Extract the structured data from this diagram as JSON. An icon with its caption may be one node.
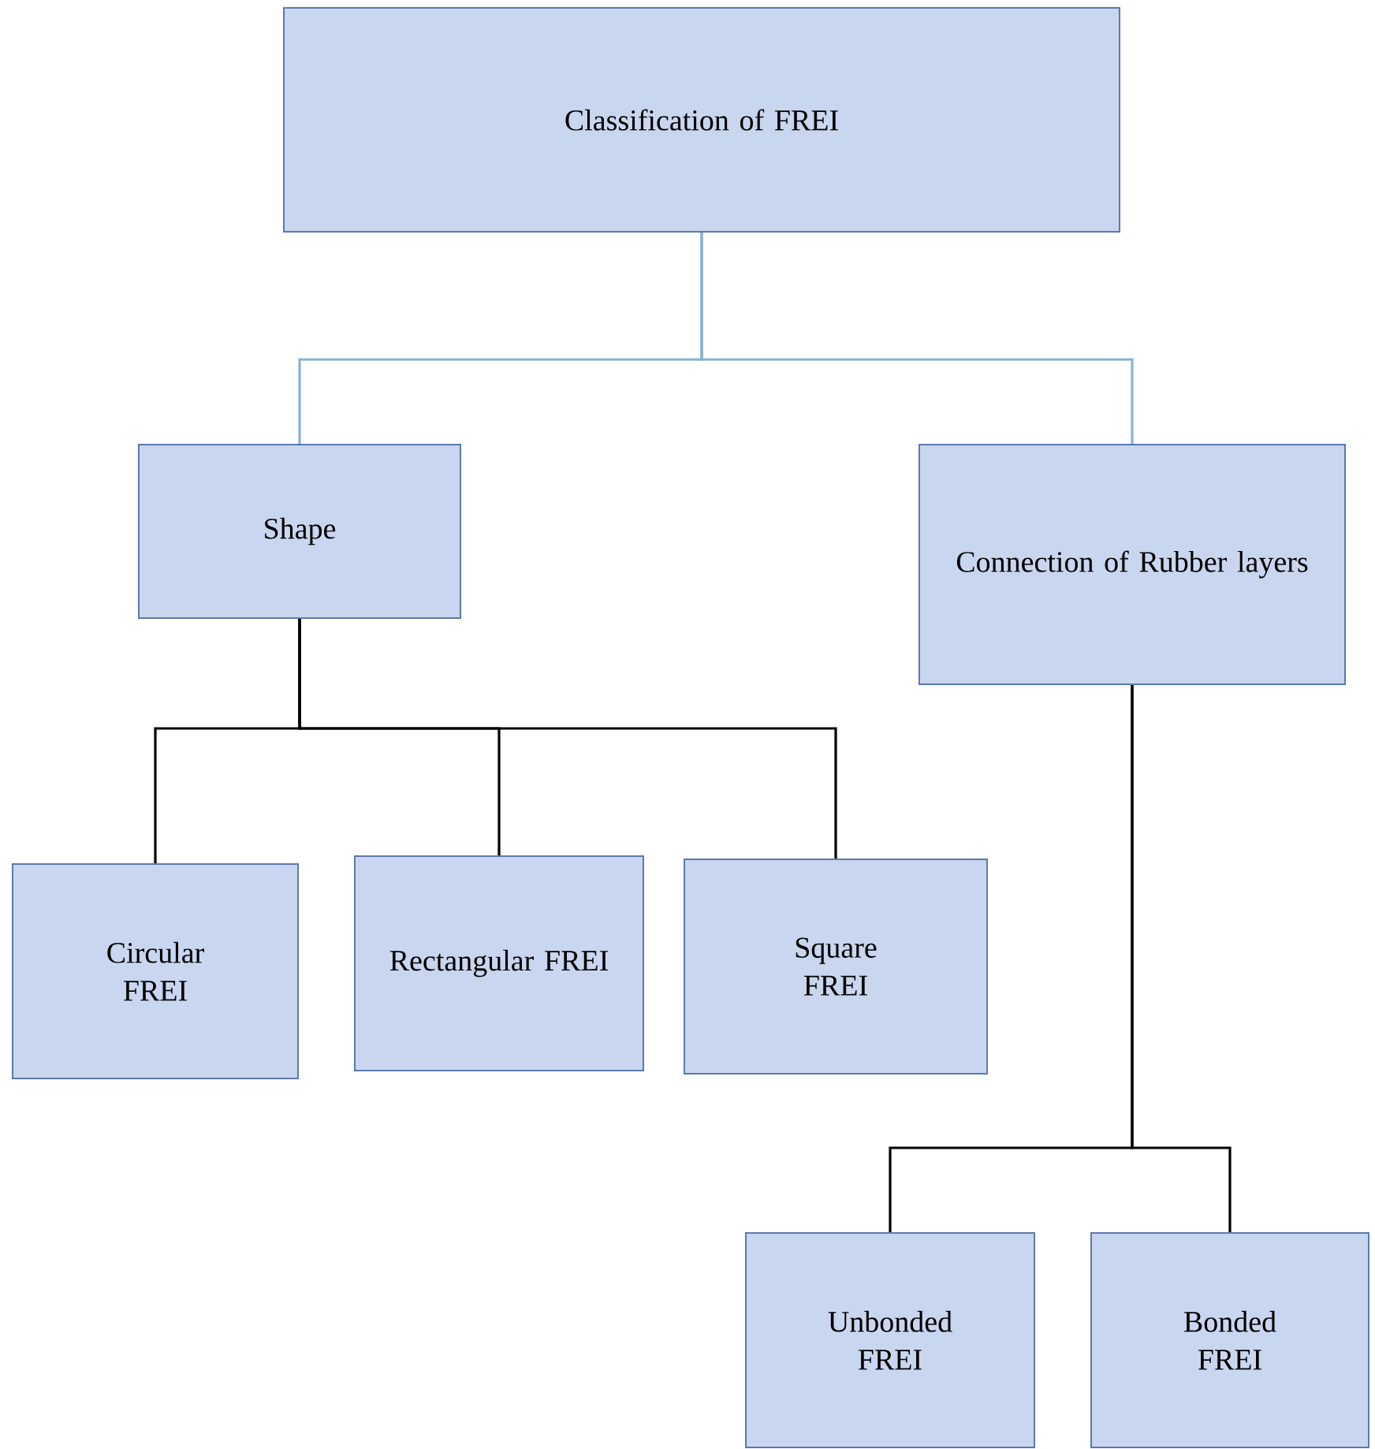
{
  "diagram": {
    "nodes": [
      {
        "text": [
          "Classification of FREI"
        ]
      },
      {
        "text": [
          "Shape"
        ]
      },
      {
        "text": [
          "Connection of Rubber layers"
        ]
      },
      {
        "text": [
          "Circular FREI"
        ]
      },
      {
        "text": [
          "Rectangular FREI"
        ]
      },
      {
        "text": [
          "Square FREI"
        ]
      },
      {
        "text": [
          "Unbonded FREI"
        ]
      },
      {
        "text": [
          "Bonded FREI"
        ]
      }
    ],
    "edges": [
      {
        "from": 0,
        "to": 1,
        "arrow": "none",
        "color": "#86b3d8"
      },
      {
        "from": 0,
        "to": 2,
        "arrow": "none",
        "color": "#86b3d8"
      },
      {
        "from": 1,
        "to": 3,
        "arrow": "none"
      },
      {
        "from": 1,
        "to": 4,
        "arrow": "none"
      },
      {
        "from": 1,
        "to": 5,
        "arrow": "none"
      },
      {
        "from": 2,
        "to": 6,
        "arrow": "none"
      },
      {
        "from": 2,
        "to": 7,
        "arrow": "none"
      }
    ]
  }
}
